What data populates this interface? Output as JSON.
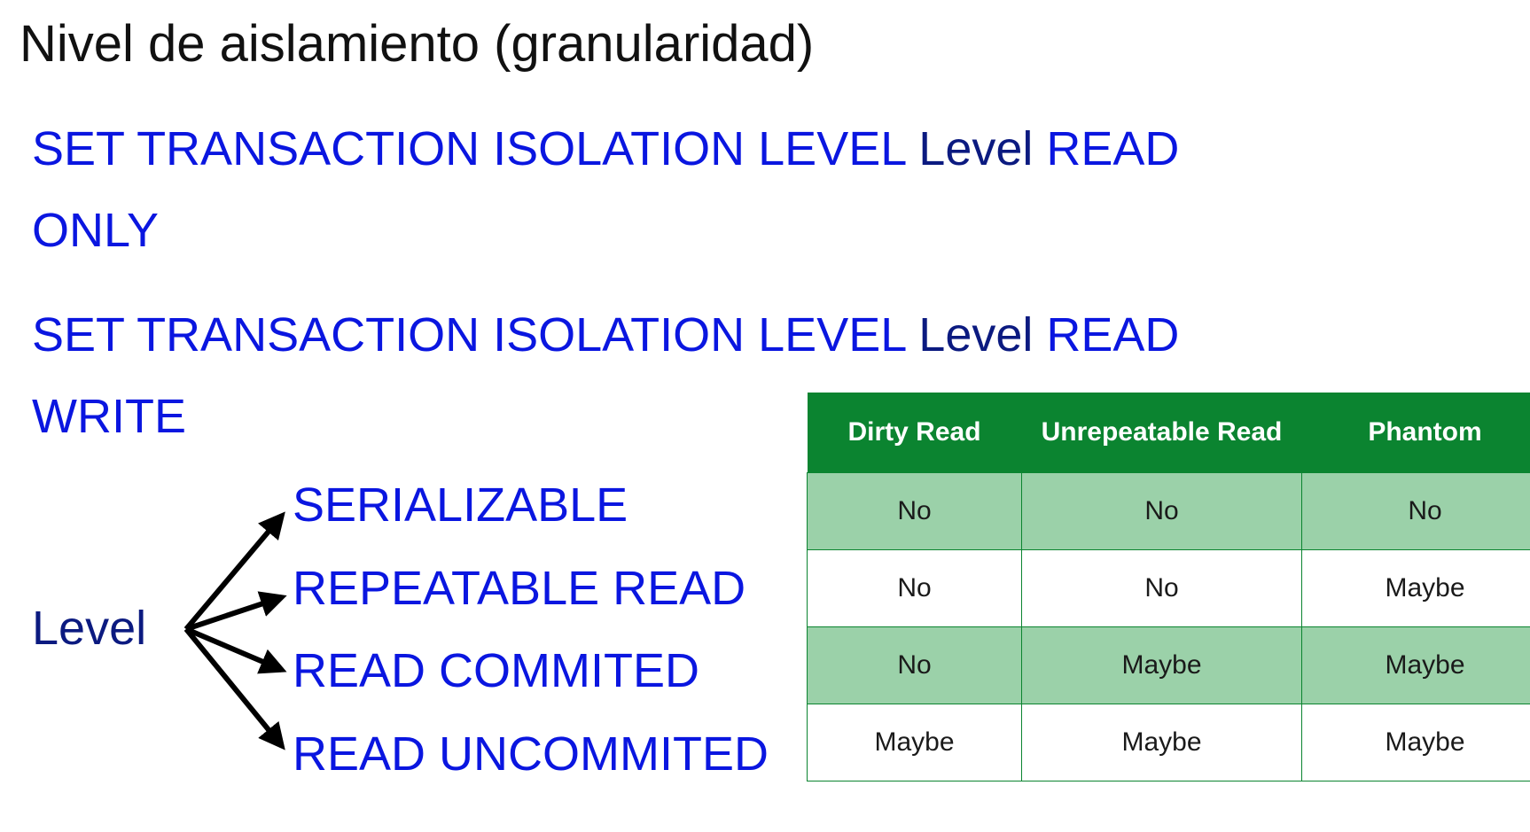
{
  "title": "Nivel de aislamiento (granularidad)",
  "statements": [
    {
      "line1_prefix": "SET TRANSACTION ISOLATION LEVEL",
      "line1_level": "Level",
      "line1_suffix": "READ",
      "line2": "ONLY"
    },
    {
      "line1_prefix": "SET TRANSACTION ISOLATION LEVEL",
      "line1_level": "Level",
      "line1_suffix": "READ",
      "line2": "WRITE"
    }
  ],
  "level_label": "Level",
  "levels": [
    "SERIALIZABLE",
    "REPEATABLE READ",
    "READ COMMITED",
    "READ UNCOMMITED"
  ],
  "table": {
    "headers": [
      "Dirty Read",
      "Unrepeatable Read",
      "Phantom"
    ],
    "rows": [
      [
        "No",
        "No",
        "No"
      ],
      [
        "No",
        "No",
        "Maybe"
      ],
      [
        "No",
        "Maybe",
        "Maybe"
      ],
      [
        "Maybe",
        "Maybe",
        "Maybe"
      ]
    ]
  },
  "colors": {
    "statement_blue": "#0a16e0",
    "level_navy": "#0b1a80",
    "header_green": "#0b8430",
    "row_light_green": "#9bd1a9"
  }
}
